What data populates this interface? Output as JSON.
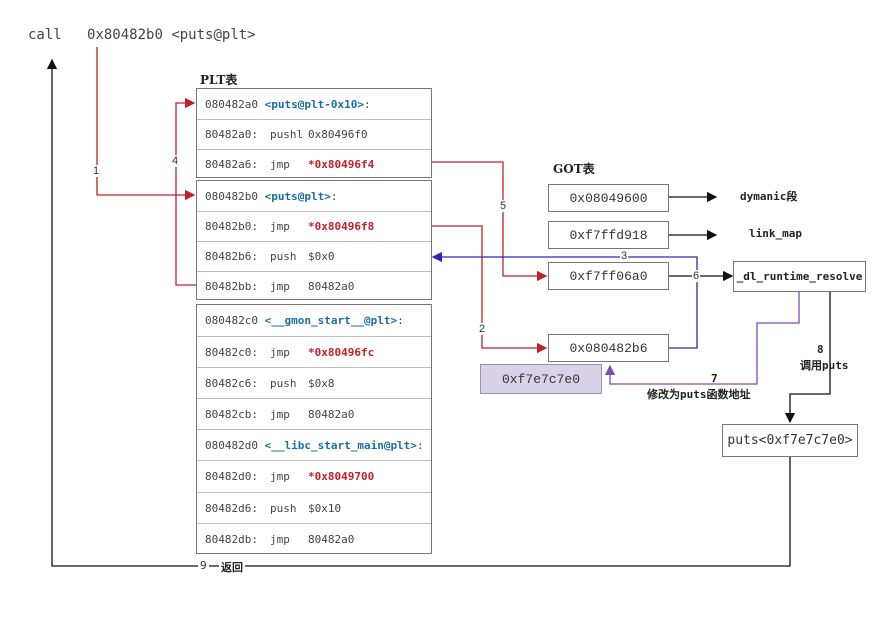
{
  "call": {
    "keyword": "call",
    "address": "0x80482b0",
    "symbol": "<puts@plt>"
  },
  "plt": {
    "title": "PLT表",
    "groups": [
      {
        "rows": [
          {
            "addr": "080482a0 ",
            "label": "<puts@plt-0x10>",
            "tail": ":"
          },
          {
            "addr": "80482a0:",
            "mnem": "pushl",
            "arg": "0x80496f0",
            "red": false
          },
          {
            "addr": "80482a6:",
            "mnem": "jmp",
            "arg": "*0x80496f4",
            "red": true
          }
        ]
      },
      {
        "rows": [
          {
            "addr": "080482b0 ",
            "label": "<puts@plt>",
            "tail": ":"
          },
          {
            "addr": "80482b0:",
            "mnem": "jmp",
            "arg": "*0x80496f8",
            "red": true
          },
          {
            "addr": "80482b6:",
            "mnem": "push",
            "arg": "$0x0",
            "red": false
          },
          {
            "addr": "80482bb:",
            "mnem": "jmp",
            "arg": "80482a0",
            "red": false
          }
        ]
      },
      {
        "rows": [
          {
            "addr": "080482c0 ",
            "label": "<__gmon_start__@plt>",
            "tail": ":"
          },
          {
            "addr": "80482c0:",
            "mnem": "jmp",
            "arg": "*0x80496fc",
            "red": true
          },
          {
            "addr": "80482c6:",
            "mnem": "push",
            "arg": "$0x8",
            "red": false
          },
          {
            "addr": "80482cb:",
            "mnem": "jmp",
            "arg": "80482a0",
            "red": false
          },
          {
            "addr": "080482d0 ",
            "label": "<__libc_start_main@plt>",
            "tail": ":"
          },
          {
            "addr": "80482d0:",
            "mnem": "jmp",
            "arg": "*0x8049700",
            "red": true
          },
          {
            "addr": "80482d6:",
            "mnem": "push",
            "arg": "$0x10",
            "red": false
          },
          {
            "addr": "80482db:",
            "mnem": "jmp",
            "arg": "80482a0",
            "red": false
          }
        ]
      }
    ]
  },
  "got": {
    "title": "GOT表",
    "entries": [
      "0x08049600",
      "0xf7ffd918",
      "0xf7ff06a0",
      "0x080482b6"
    ],
    "side_labels": [
      "dymanic段",
      "link_map"
    ]
  },
  "resolver": "_dl_runtime_resolve",
  "puts_addr": "0xf7e7c7e0",
  "puts_call": "puts<0xf7e7c7e0>",
  "steps": {
    "s1": "1",
    "s2": "2",
    "s3": "3",
    "s4": "4",
    "s5": "5",
    "s6": "6",
    "s7": "7",
    "s7_text": "修改为puts函数地址",
    "s8": "8",
    "s8_text": "调用puts",
    "s9": "9",
    "s9_text": "返回"
  },
  "colors": {
    "red": "#c0202a",
    "blue": "#2b2bb0",
    "purple": "#7a4fb0",
    "label_blue": "#1a6fa0",
    "highlight": "#d9d2e9"
  }
}
